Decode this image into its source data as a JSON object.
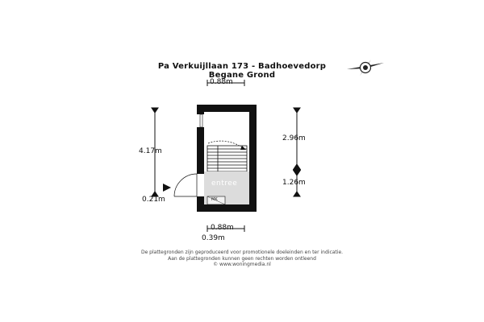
{
  "header": {
    "address": "Pa Verkuijllaan 173 - Badhoevedorp",
    "floor": "Begane Grond"
  },
  "dimensions": {
    "top_width": "0.88m",
    "left_height": "4.17m",
    "door_offset": "0.21m",
    "right_upper": "2.96m",
    "right_lower": "1.26m",
    "bottom_width": "0.88m",
    "bottom_offset": "0.39m"
  },
  "rooms": {
    "entree": "entree",
    "meter": "MK"
  },
  "disclaimer": {
    "line1": "De plattegronden zijn geproduceerd voor promotionele doeleinden en ter indicatie.",
    "line2": "Aan de plattegronden kunnen geen rechten worden ontleend",
    "line3": "© www.woningmedia.nl"
  },
  "icons": {
    "compass": "compass-rose-icon",
    "door_arrow": "entrance-arrow-icon"
  },
  "colors": {
    "wall": "#111111",
    "stair_fill": "#ffffff",
    "entree_fill": "#dcdcdc"
  }
}
